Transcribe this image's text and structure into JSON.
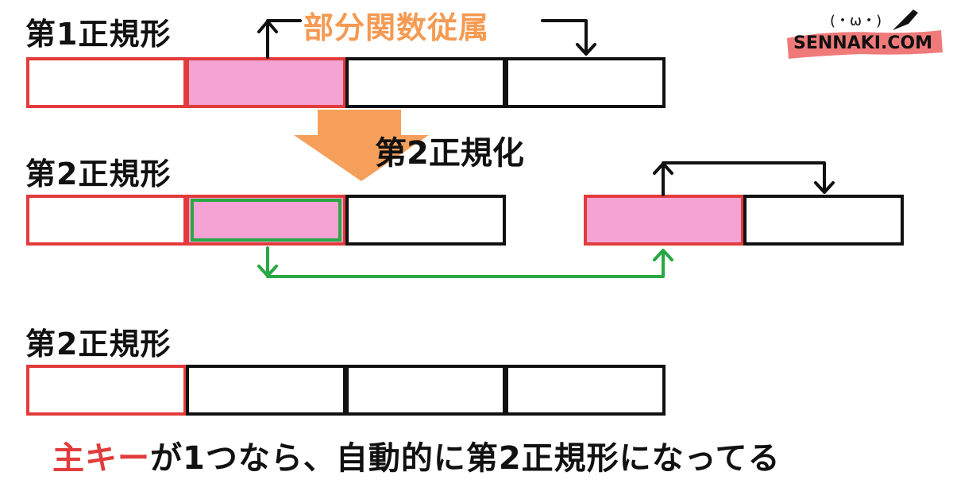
{
  "section1": {
    "heading": "第1正規形"
  },
  "section2": {
    "heading": "第2正規形"
  },
  "section3": {
    "heading": "第2正規形"
  },
  "partial_dependency_label": "部分関数従属",
  "normalize_label": "第2正規化",
  "footer": {
    "key": "主キー",
    "rest": "が1つなら、自動的に第2正規形になってる"
  },
  "logo": {
    "face": "(・ω・)",
    "text": "SENNAKI.COM"
  },
  "colors": {
    "primary_key": "#e23b3b",
    "partial_key": "#f4a3d4",
    "arrow_orange": "#f59a52",
    "green_link": "#27a844",
    "logo_band": "#f07a7a"
  }
}
